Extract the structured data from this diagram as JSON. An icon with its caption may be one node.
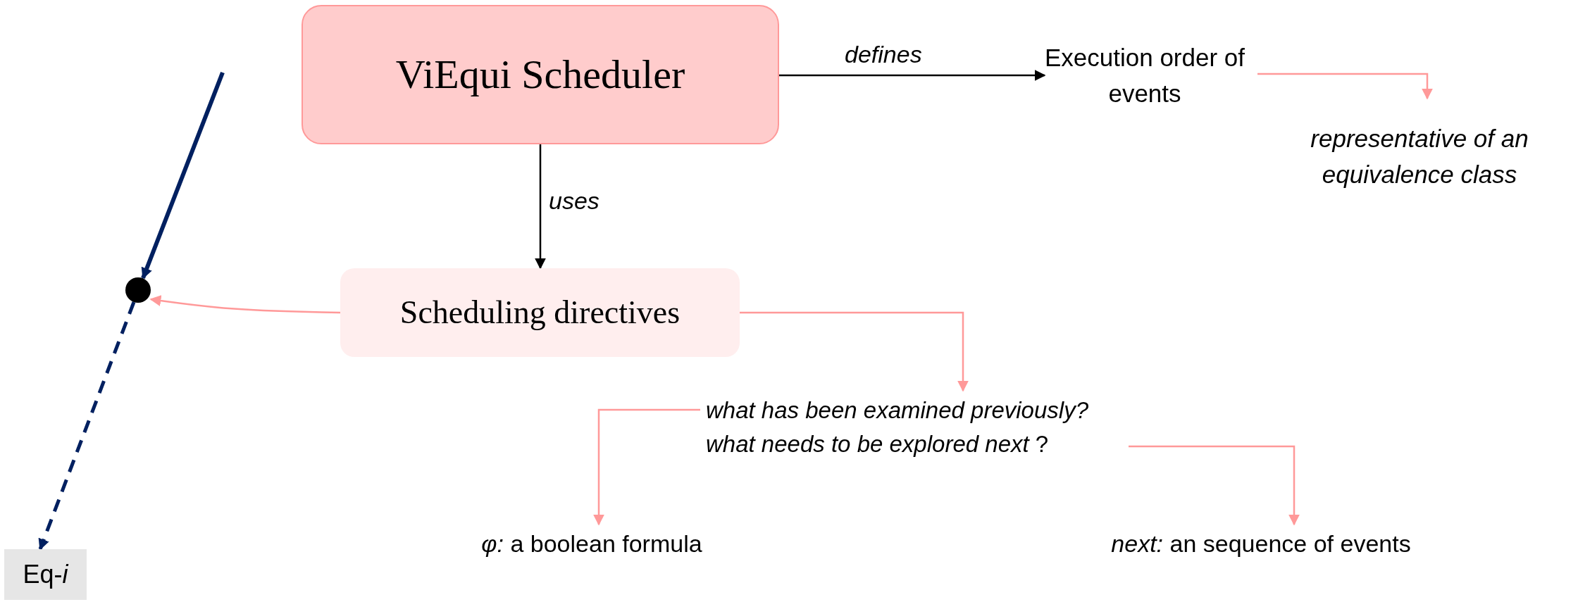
{
  "diagram": {
    "nodes": [
      {
        "text": [
          "ViEqui Scheduler"
        ]
      },
      {
        "text": [
          "Execution order of events"
        ]
      },
      {
        "text": [
          "representative of an equivalence class"
        ]
      },
      {
        "text": [
          "Scheduling directives"
        ]
      },
      {
        "text": [
          "*what has been examined previously? what needs to be explored next* ?"
        ]
      },
      {
        "text": [
          "*φ:* a boolean formula"
        ]
      },
      {
        "text": [
          "*next:* an sequence of events"
        ]
      },
      {
        "text": [],
        "shape": "circle"
      },
      {
        "text": [
          "Eq-*i*"
        ]
      }
    ],
    "edges": [
      {
        "from": 0,
        "to": 1,
        "arrow": "to",
        "label": "defines",
        "color": "#000000"
      },
      {
        "from": 0,
        "to": 3,
        "arrow": "to",
        "label": "uses",
        "color": "#000000"
      },
      {
        "from": 1,
        "to": 2,
        "arrow": "to"
      },
      {
        "from": 3,
        "to": 4,
        "arrow": "to"
      },
      {
        "from": 4,
        "to": 5,
        "arrow": "to"
      },
      {
        "from": 4,
        "to": 6,
        "arrow": "to"
      },
      {
        "from": 3,
        "to": 7,
        "arrow": "to"
      },
      {
        "from": null,
        "to": 7,
        "arrow": "to",
        "style": "thick",
        "color": "#002060"
      },
      {
        "from": 7,
        "to": 8,
        "arrow": "to",
        "style": "dashed",
        "color": "#002060"
      }
    ]
  }
}
